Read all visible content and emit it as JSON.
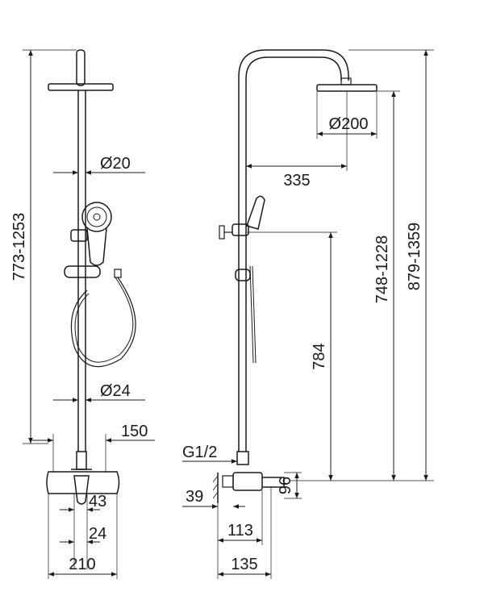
{
  "dimensions": {
    "front": {
      "total_height": "773-1253",
      "rail_diameter": "Ø20",
      "lower_pipe_diameter": "Ø24",
      "bracket_width": "150",
      "body_width": "210",
      "outlet_width": "43",
      "lever_width": "24"
    },
    "side": {
      "head_diameter": "Ø200",
      "arm_reach": "335",
      "outlet_height": "784",
      "head_height": "748-1228",
      "total_height": "879-1359",
      "thread": "G1/2",
      "wall_offset": "39",
      "body_height": "96",
      "body_depth": "113",
      "total_depth": "135"
    }
  },
  "colors": {
    "line": "#1a1a1a",
    "background": "#ffffff"
  }
}
